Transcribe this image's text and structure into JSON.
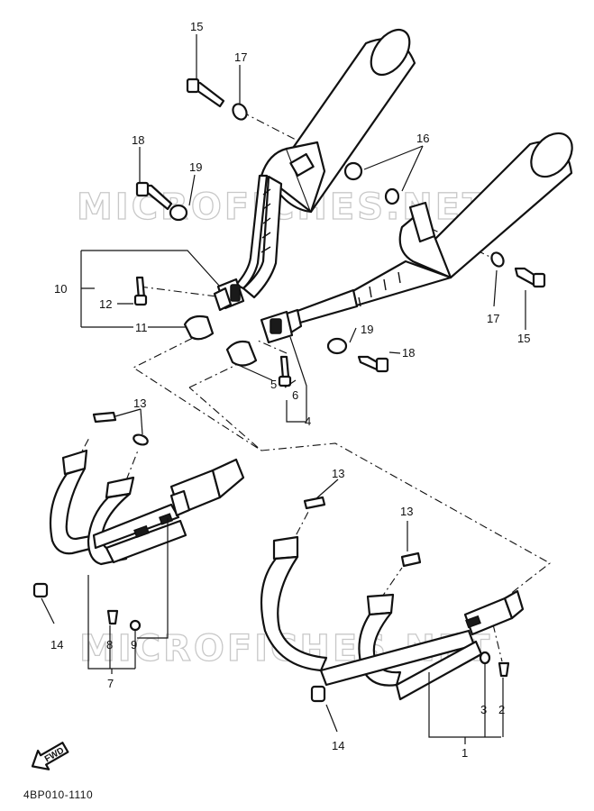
{
  "watermark": "MICROFICHES.NET",
  "drawing_code": "4BP010-1110",
  "fwd_label": "FWD",
  "callouts": {
    "c15a": "15",
    "c17a": "17",
    "c18a": "18",
    "c19a": "19",
    "c16": "16",
    "c10": "10",
    "c12": "12",
    "c11": "11",
    "c17b": "17",
    "c15b": "15",
    "c19b": "19",
    "c18b": "18",
    "c5": "5",
    "c6": "6",
    "c4": "4",
    "c13a": "13",
    "c13b": "13",
    "c13c": "13",
    "c14a": "14",
    "c14b": "14",
    "c8": "8",
    "c9": "9",
    "c7": "7",
    "c3": "3",
    "c2": "2",
    "c1": "1"
  }
}
